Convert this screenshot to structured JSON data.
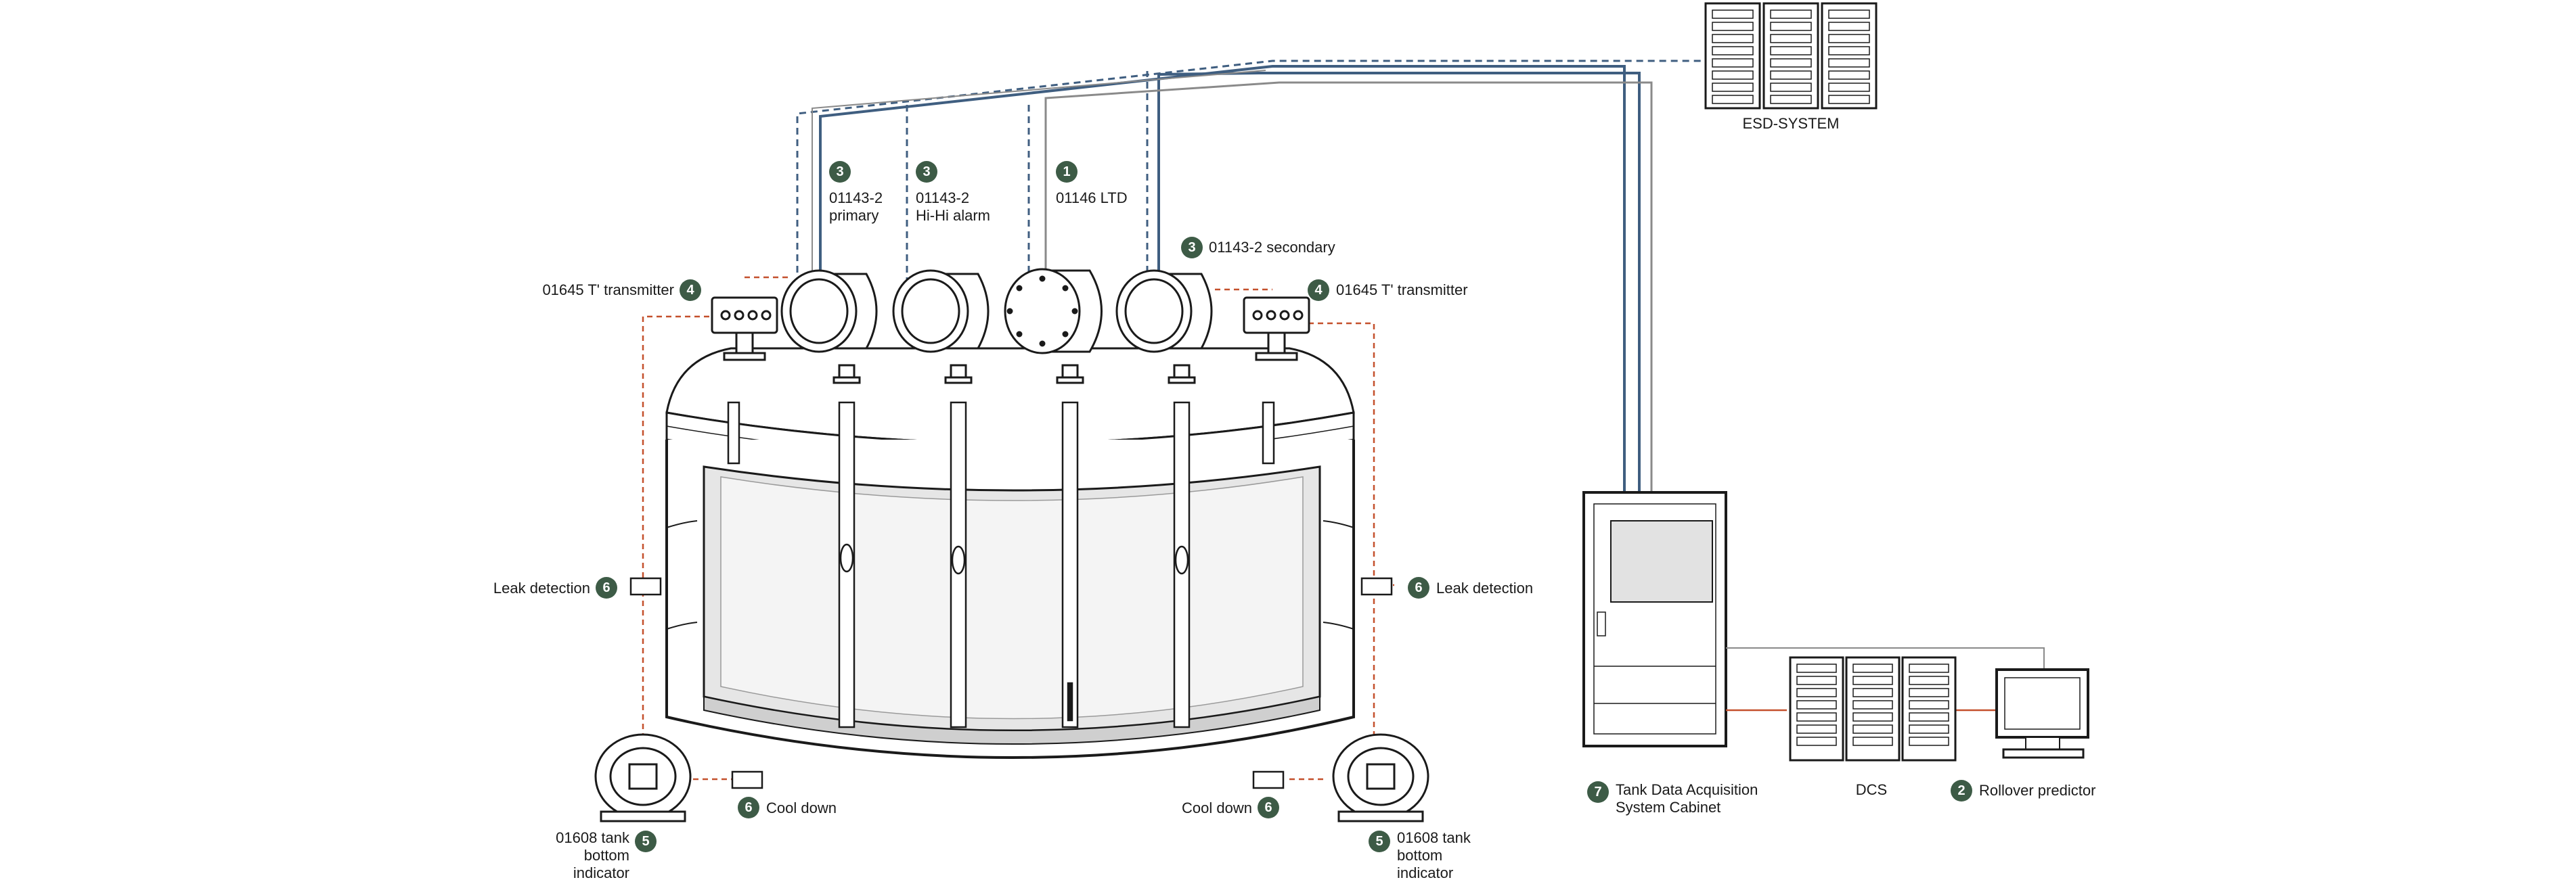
{
  "colors": {
    "badge": "#3d5b46",
    "signal_blue": "#3f5e80",
    "signal_red": "#c4502c",
    "outline": "#1a1a1a",
    "fill_grey": "#e2e2e2"
  },
  "labels": {
    "esd_system": "ESD-SYSTEM",
    "ltd": {
      "num": "1",
      "text": "01146 LTD"
    },
    "primary": {
      "num": "3",
      "line1": "01143-2",
      "line2": "primary"
    },
    "hihi": {
      "num": "3",
      "line1": "01143-2",
      "line2": "Hi-Hi alarm"
    },
    "secondary": {
      "num": "3",
      "text": "01143-2 secondary"
    },
    "transmitter_left": {
      "num": "4",
      "text": "01645 T' transmitter"
    },
    "transmitter_right": {
      "num": "4",
      "text": "01645 T' transmitter"
    },
    "leak_left": {
      "num": "6",
      "text": "Leak detection"
    },
    "leak_right": {
      "num": "6",
      "text": "Leak detection"
    },
    "cool_left": {
      "num": "6",
      "text": "Cool down"
    },
    "cool_right": {
      "num": "6",
      "text": "Cool down"
    },
    "bottom_left": {
      "num": "5",
      "line1": "01608 tank",
      "line2": "bottom",
      "line3": "indicator"
    },
    "bottom_right": {
      "num": "5",
      "line1": "01608 tank",
      "line2": "bottom",
      "line3": "indicator"
    },
    "cabinet": {
      "num": "7",
      "line1": "Tank Data Acquisition",
      "line2": "System Cabinet"
    },
    "dcs": "DCS",
    "rollover": {
      "num": "2",
      "text": "Rollover predictor"
    }
  }
}
